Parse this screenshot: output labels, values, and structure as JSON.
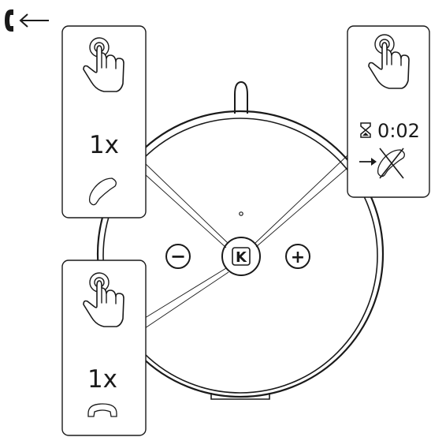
{
  "panels": {
    "answer": {
      "press_count": "1x",
      "gesture_icon": "tap-hand-icon",
      "result_icon": "answer-call-icon"
    },
    "end": {
      "press_count": "1x",
      "gesture_icon": "tap-hand-icon",
      "result_icon": "end-call-icon"
    },
    "reject": {
      "timer_text": "0:02",
      "timer_icon": "hourglass-icon",
      "gesture_icon": "tap-hand-icon",
      "result_icon": "reject-call-icon"
    }
  },
  "header": {
    "icon": "incoming-call-icon"
  },
  "device": {
    "buttons": [
      {
        "symbol": "−",
        "role": "volume-down"
      },
      {
        "symbol": "K",
        "role": "call-button"
      },
      {
        "symbol": "+",
        "role": "volume-up"
      }
    ]
  }
}
